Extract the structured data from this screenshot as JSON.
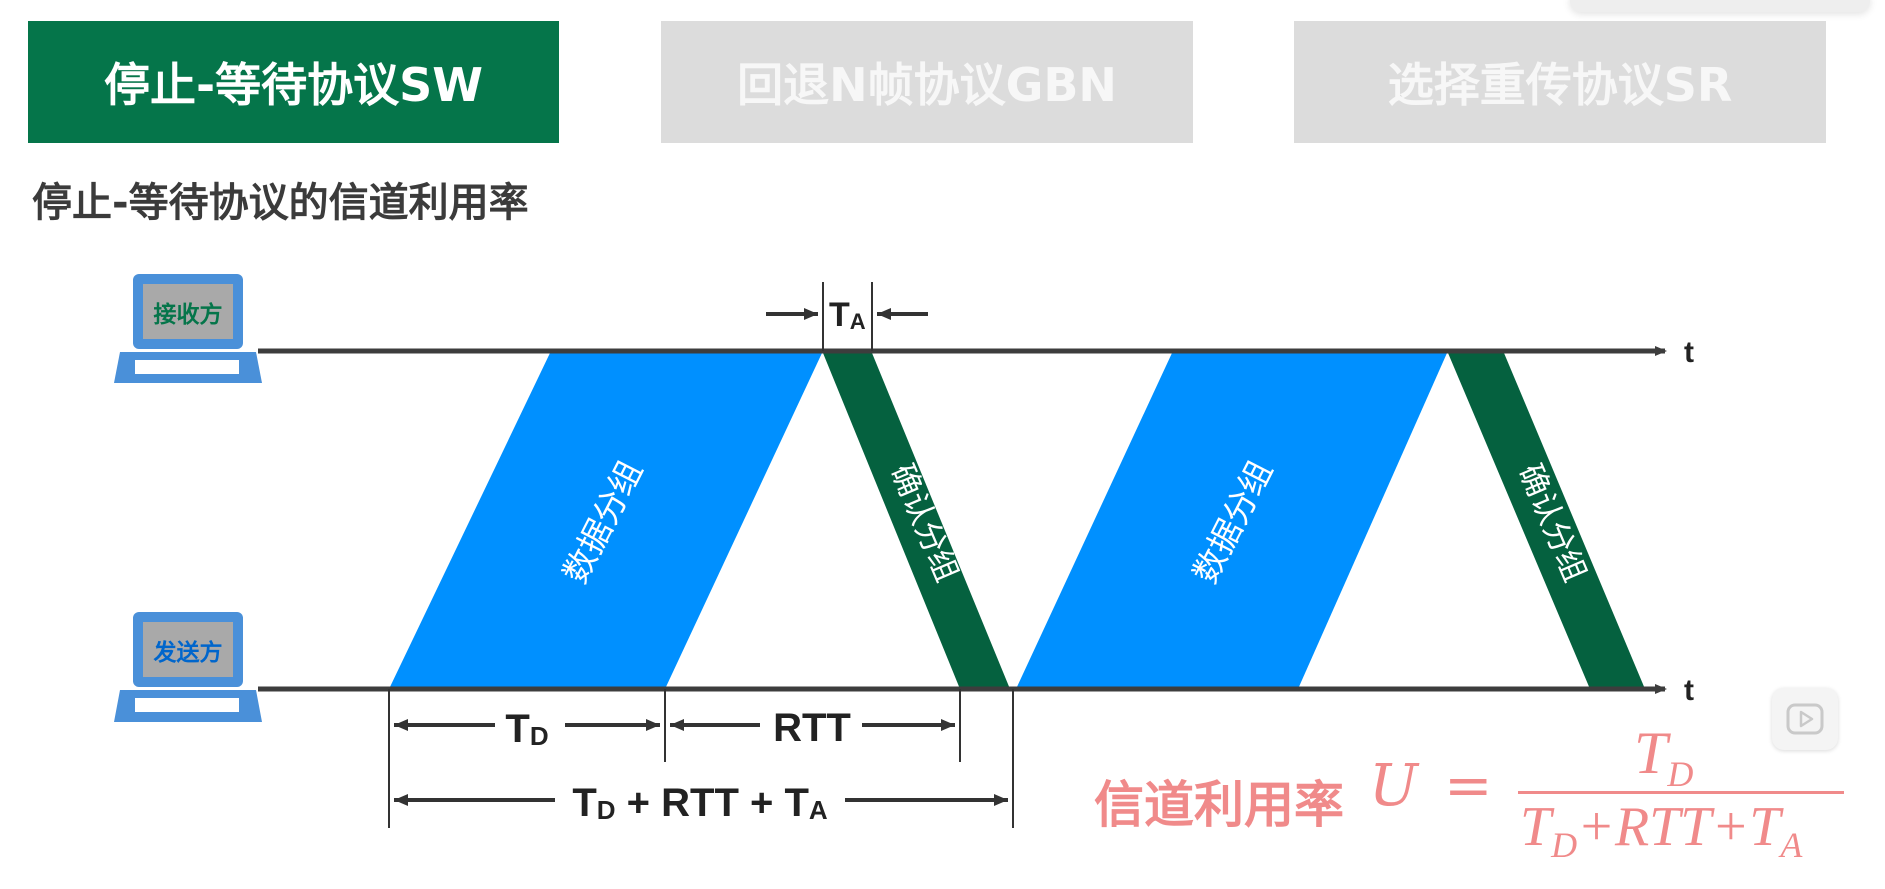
{
  "tabs": [
    {
      "label": "停止-等待协议SW",
      "active": true
    },
    {
      "label": "回退N帧协议GBN",
      "active": false
    },
    {
      "label": "选择重传协议SR",
      "active": false
    }
  ],
  "page_title": "停止-等待协议的信道利用率",
  "receiver": {
    "label": "接收方"
  },
  "sender": {
    "label": "发送方"
  },
  "axis_label": "t",
  "data_packet_label": "数据分组",
  "ack_packet_label": "确认分组",
  "ta_label": {
    "main": "T",
    "sub": "A"
  },
  "td_label": {
    "main": "T",
    "sub": "D"
  },
  "rtt_label": "RTT",
  "total_label": {
    "t1": "T",
    "s1": "D",
    "mid": " + RTT + ",
    "t2": "T",
    "s2": "A"
  },
  "formula": {
    "label": "信道利用率",
    "u": "U",
    "eq": "=",
    "num_main": "T",
    "num_sub": "D",
    "den_t1": "T",
    "den_s1": "D",
    "den_mid": "+RTT+",
    "den_t2": "T",
    "den_s2": "A"
  },
  "colors": {
    "active_tab": "#05754a",
    "inactive_tab": "#dcdcdc",
    "data_packet": "#0090ff",
    "ack_packet": "#05613f",
    "formula": "#f08a8a",
    "computer": "#4a90d9"
  },
  "icons": {
    "computer": "computer-icon",
    "play": "play-icon"
  }
}
